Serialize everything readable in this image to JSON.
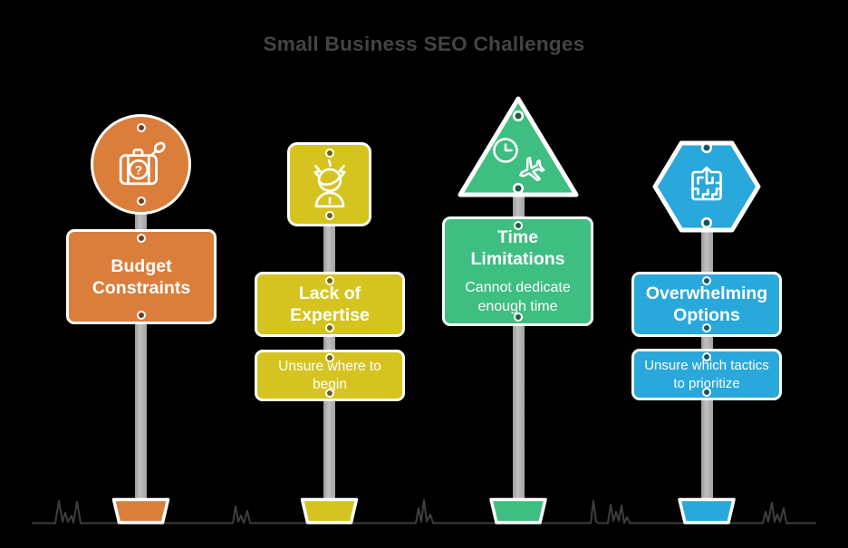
{
  "title": "Small Business SEO Challenges",
  "colors": {
    "background": "#000000",
    "orange": "#DC7E3B",
    "yellow": "#D5C41F",
    "green": "#3EBE80",
    "blue": "#29A8DB",
    "pole_gray": "#ACACAC",
    "ground_line": "#3E3E3E",
    "title_text": "#444444",
    "sign_text": "#FFFFFF",
    "sign_border": "#FFFFFF"
  },
  "posts": [
    {
      "id": "budget-constraints",
      "shape": "circle",
      "color": "#DC7E3B",
      "icon": "briefcase-search-icon",
      "icon_glyph": "?",
      "heading": "Budget Constraints",
      "subtext": null
    },
    {
      "id": "lack-of-expertise",
      "shape": "square",
      "color": "#D5C41F",
      "icon": "confused-person-icon",
      "heading": "Lack of Expertise",
      "subtext": "Unsure where to begin"
    },
    {
      "id": "time-limitations",
      "shape": "triangle",
      "color": "#3EBE80",
      "icon": "clock-airplane-icon",
      "heading": "Time Limitations",
      "subtext": "Cannot dedicate enough time"
    },
    {
      "id": "overwhelming-options",
      "shape": "hexagon",
      "color": "#29A8DB",
      "icon": "maze-icon",
      "heading": "Overwhelming Options",
      "subtext": "Unsure which tactics to prioritize"
    }
  ]
}
